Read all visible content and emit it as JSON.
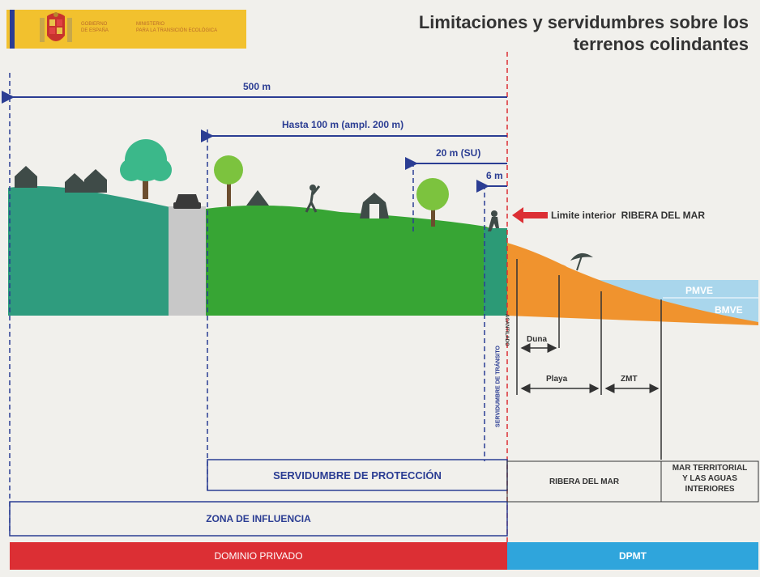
{
  "header": {
    "title_line1": "Limitaciones y servidumbres sobre los",
    "title_line2": "terrenos colindantes",
    "logo_ministry_line1": "GOBIERNO",
    "logo_ministry_line2": "DE ESPAÑA",
    "logo_dept_line1": "MINISTERIO",
    "logo_dept_line2": "PARA LA TRANSICIÓN ECOLÓGICA"
  },
  "distances": {
    "d500": "500 m",
    "d100": "Hasta 100 m (ampl. 200 m)",
    "d20": "20 m (SU)",
    "d6": "6 m"
  },
  "labels": {
    "limite": "Limite interior  RIBERA DEL MAR",
    "pmve": "PMVE",
    "bmve": "BMVE",
    "duna": "Duna",
    "playa": "Playa",
    "zmt": "ZMT",
    "acantilado": "ACANTILADO",
    "servidumbre_transito": "SERVIDUMBRE DE TRÁNSITO"
  },
  "zones": {
    "servidumbre_proteccion": "SERVIDUMBRE DE PROTECCIÓN",
    "ribera_del_mar": "RIBERA DEL MAR",
    "mar_territorial_l1": "MAR TERRITORIAL",
    "mar_territorial_l2": "Y LAS AGUAS",
    "mar_territorial_l3": "INTERIORES",
    "zona_influencia": "ZONA DE INFLUENCIA",
    "dominio_privado": "DOMINIO PRIVADO",
    "dpmt": "DPMT"
  },
  "colors": {
    "red": "#dc2f34",
    "blue": "#2fa5dc",
    "green_dark": "#2f9c7e",
    "green": "#37a534",
    "sand": "#f0932e",
    "sea": "#a9d6ec",
    "navy": "#2b3d93",
    "flag_yellow": "#f2c12e"
  }
}
